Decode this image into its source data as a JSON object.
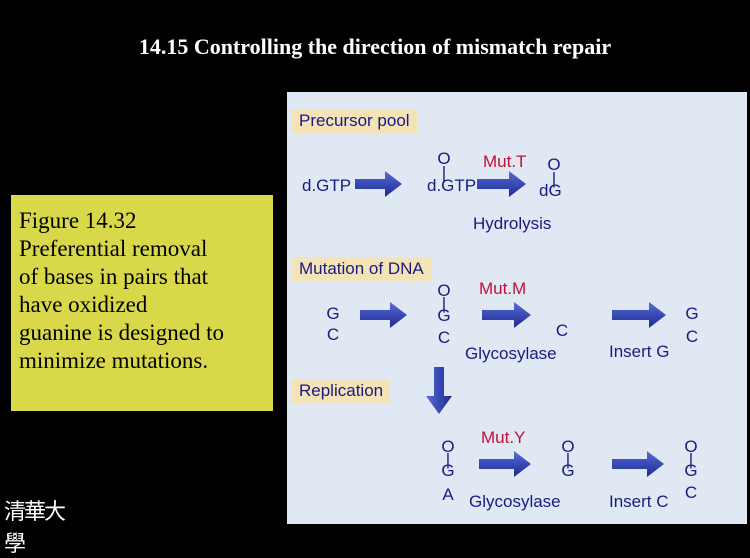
{
  "title": "14.15 Controlling the direction of mismatch repair",
  "caption": [
    "Figure 14.32",
    "Preferential removal",
    "of bases in pairs that",
    "have oxidized",
    "guanine is designed to",
    "minimize mutations."
  ],
  "logo_text": "清華大學",
  "colors": {
    "panel": "#dfe8f3",
    "label_box": "#f3e3b7",
    "caption_box": "#d8d84a",
    "arrow": "#2a3aa8",
    "enzyme": "#c0103a",
    "text": "#1a1a80"
  },
  "row1": {
    "label": "Precursor pool",
    "left": "d.GTP",
    "mid": "d.GTP",
    "enzyme": "Mut.T",
    "right": "dG",
    "process": "Hydrolysis",
    "mid_mark": "O",
    "right_mark": "O"
  },
  "row2": {
    "label": "Mutation of DNA",
    "pair_top": "G",
    "pair_bottom": "C",
    "mid_mark": "O",
    "mid_top": "G",
    "mid_bottom": "C",
    "enzyme": "Mut.M",
    "after": "C",
    "process": "Glycosylase",
    "insert": "Insert G",
    "result_top": "G",
    "result_bottom": "C"
  },
  "row3": {
    "label": "Replication",
    "left_mark": "O",
    "left_top": "G",
    "left_bottom": "A",
    "enzyme": "Mut.Y",
    "mid_mark": "O",
    "mid_top": "G",
    "process": "Glycosylase",
    "insert": "Insert C",
    "result_mark": "O",
    "result_top": "G",
    "result_bottom": "C"
  }
}
